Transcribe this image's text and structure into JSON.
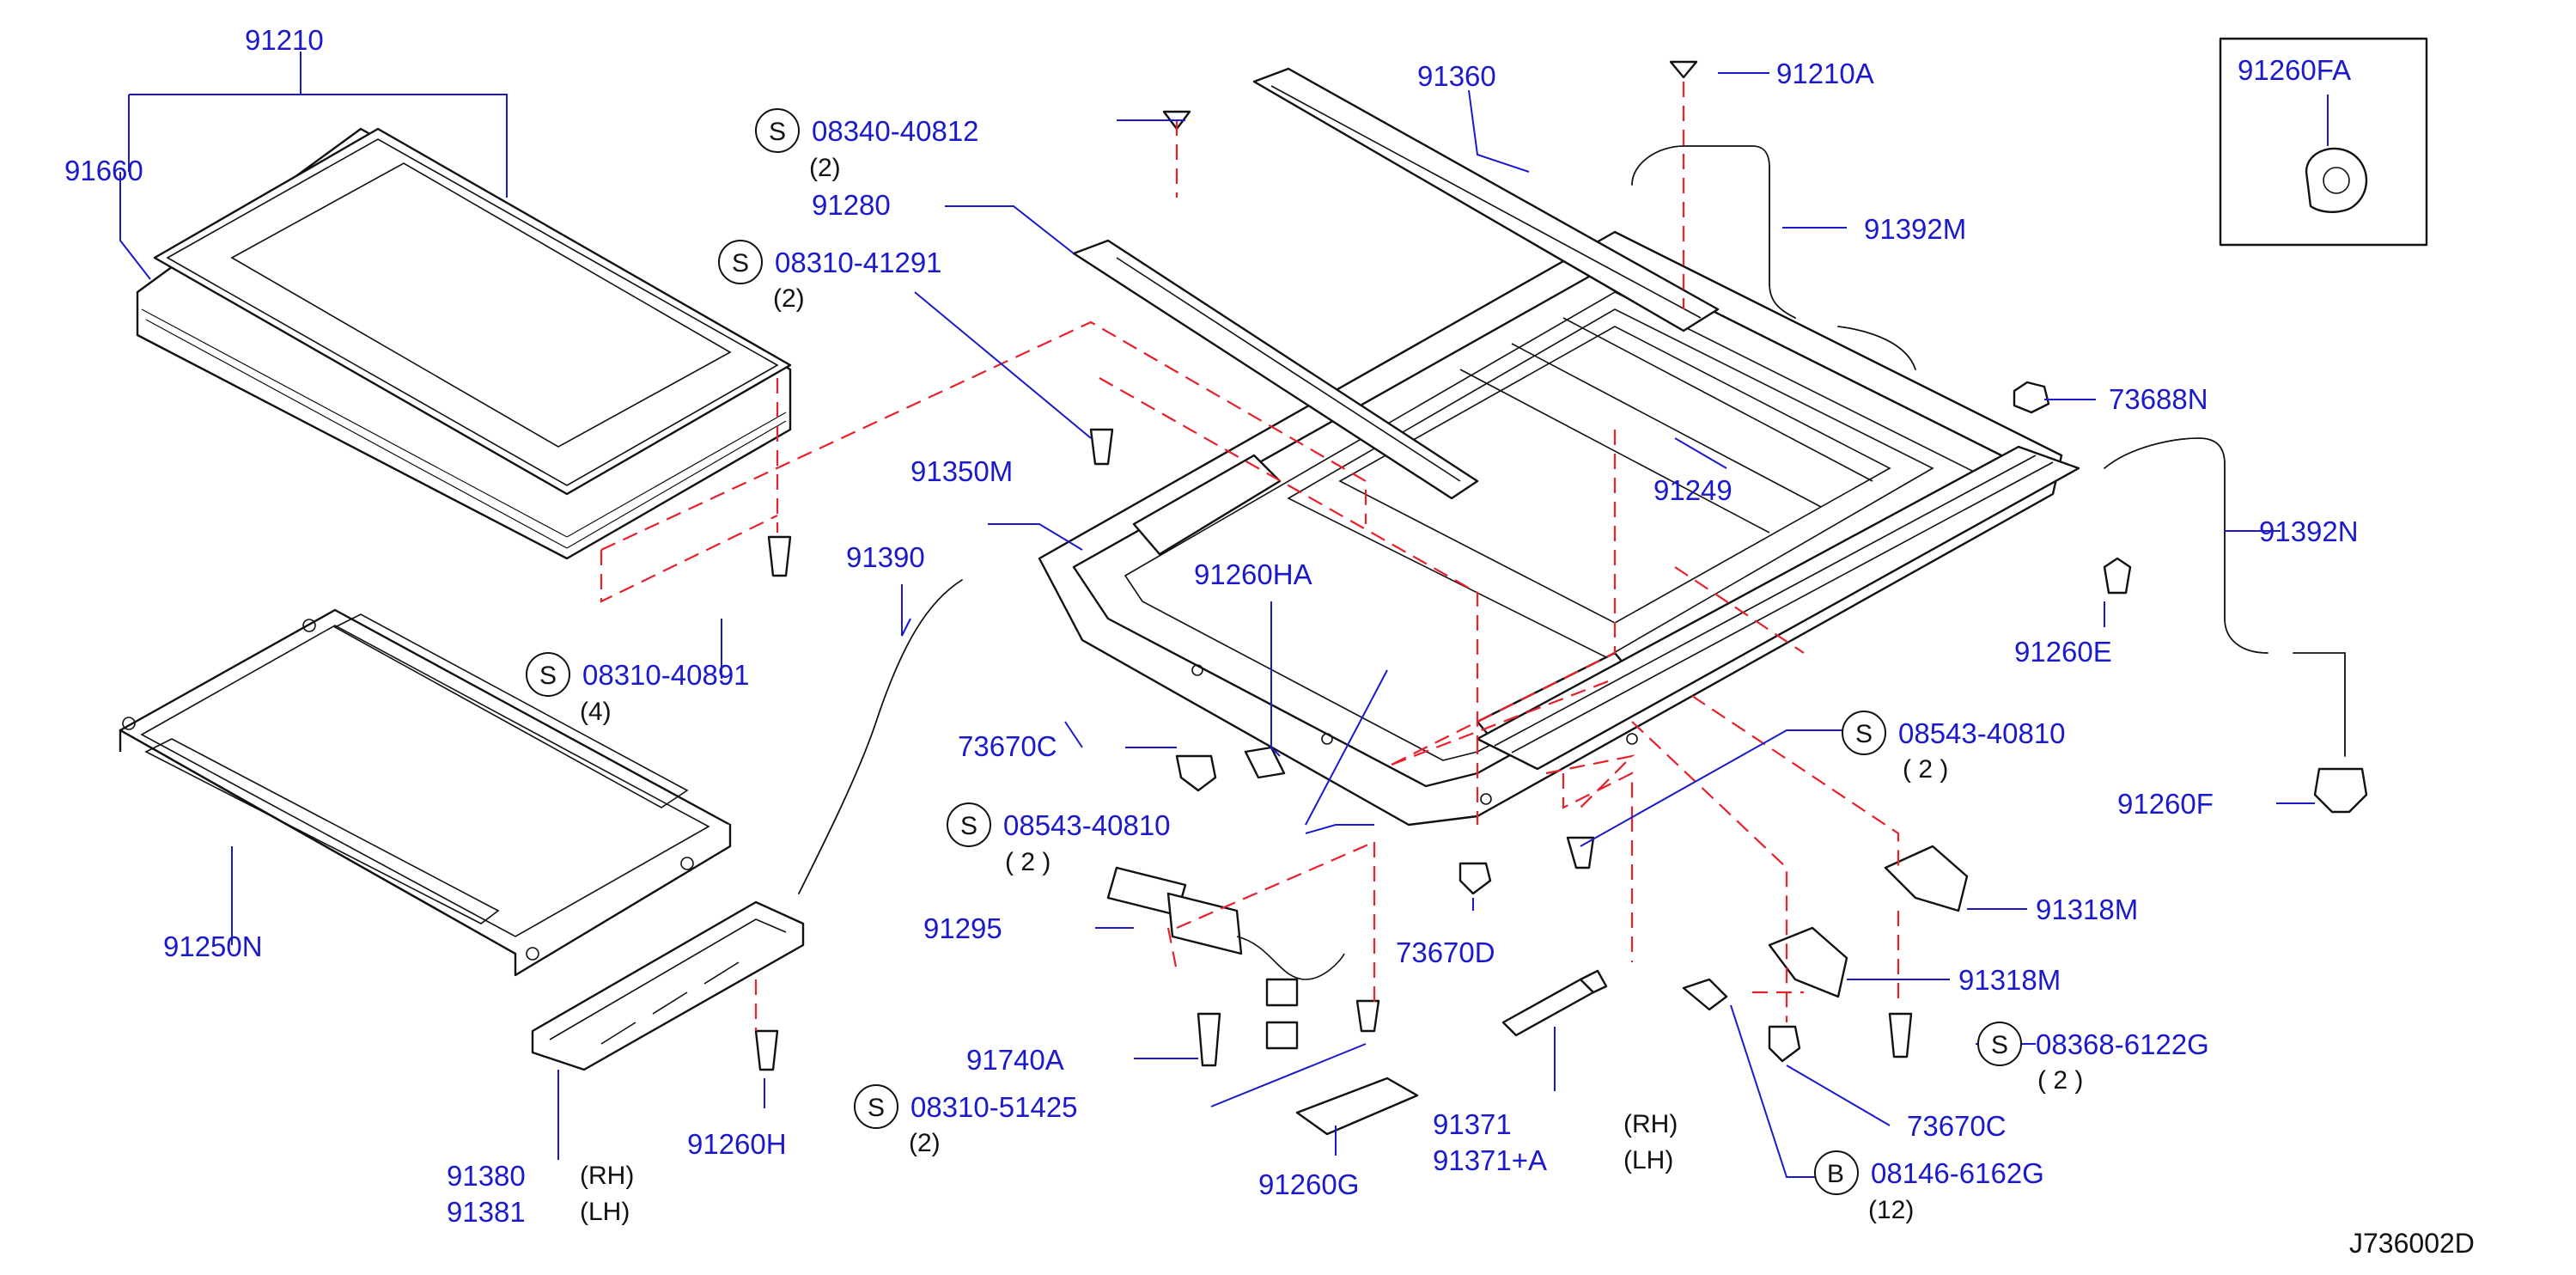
{
  "parts": [
    {
      "id": "p91210",
      "label": "91210"
    },
    {
      "id": "p91660",
      "label": "91660"
    },
    {
      "id": "p08340",
      "label": "08340-40812",
      "symbol": "S",
      "qty": "(2)"
    },
    {
      "id": "p91280",
      "label": "91280"
    },
    {
      "id": "p08310a",
      "label": "08310-41291",
      "symbol": "S",
      "qty": "(2)"
    },
    {
      "id": "p91360",
      "label": "91360"
    },
    {
      "id": "p91210A",
      "label": "91210A"
    },
    {
      "id": "p91392M",
      "label": "91392M"
    },
    {
      "id": "p91260FA",
      "label": "91260FA"
    },
    {
      "id": "p73688N",
      "label": "73688N"
    },
    {
      "id": "p91249",
      "label": "91249"
    },
    {
      "id": "p91350M",
      "label": "91350M"
    },
    {
      "id": "p91390",
      "label": "91390"
    },
    {
      "id": "p91260HA",
      "label": "91260HA"
    },
    {
      "id": "p91392N",
      "label": "91392N"
    },
    {
      "id": "p91260E",
      "label": "91260E"
    },
    {
      "id": "p08310b",
      "label": "08310-40891",
      "symbol": "S",
      "qty": "(4)"
    },
    {
      "id": "p73670C_a",
      "label": "73670C"
    },
    {
      "id": "p08543a",
      "label": "08543-40810",
      "symbol": "S",
      "qty": "( 2 )"
    },
    {
      "id": "p91260F",
      "label": "91260F"
    },
    {
      "id": "p08543b",
      "label": "08543-40810",
      "symbol": "S",
      "qty": "( 2 )"
    },
    {
      "id": "p91250N",
      "label": "91250N"
    },
    {
      "id": "p91295",
      "label": "91295"
    },
    {
      "id": "p73670D",
      "label": "73670D"
    },
    {
      "id": "p91318M_a",
      "label": "91318M"
    },
    {
      "id": "p91318M_b",
      "label": "91318M"
    },
    {
      "id": "p91740A",
      "label": "91740A"
    },
    {
      "id": "p08368",
      "label": "08368-6122G",
      "symbol": "S",
      "qty": "( 2 )"
    },
    {
      "id": "p08310c",
      "label": "08310-51425",
      "symbol": "S",
      "qty": "(2)"
    },
    {
      "id": "p73670C_b",
      "label": "73670C"
    },
    {
      "id": "p91371",
      "label": "91371",
      "side": "(RH)"
    },
    {
      "id": "p91371A",
      "label": "91371+A",
      "side": "(LH)"
    },
    {
      "id": "p91260G",
      "label": "91260G"
    },
    {
      "id": "p08146",
      "label": "08146-6162G",
      "symbol": "B",
      "qty": "(12)"
    },
    {
      "id": "p91260H",
      "label": "91260H"
    },
    {
      "id": "p91380",
      "label": "91380",
      "side": "(RH)"
    },
    {
      "id": "p91381",
      "label": "91381",
      "side": "(LH)"
    }
  ],
  "diagram_ref": "J736002D"
}
